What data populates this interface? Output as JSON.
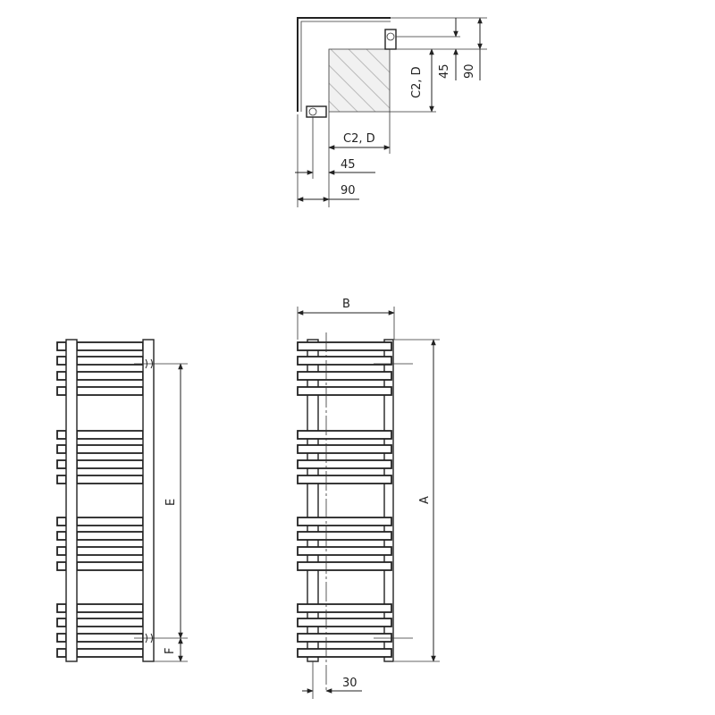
{
  "labels": {
    "c2d_horizontal": "C2, D",
    "c2d_vertical": "C2, D",
    "top_45_horizontal": "45",
    "top_90_horizontal": "90",
    "top_45_vertical": "45",
    "top_90_vertical": "90",
    "width_b": "B",
    "height_a": "A",
    "axis_e": "E",
    "offset_f": "F",
    "offset_30": "30"
  }
}
